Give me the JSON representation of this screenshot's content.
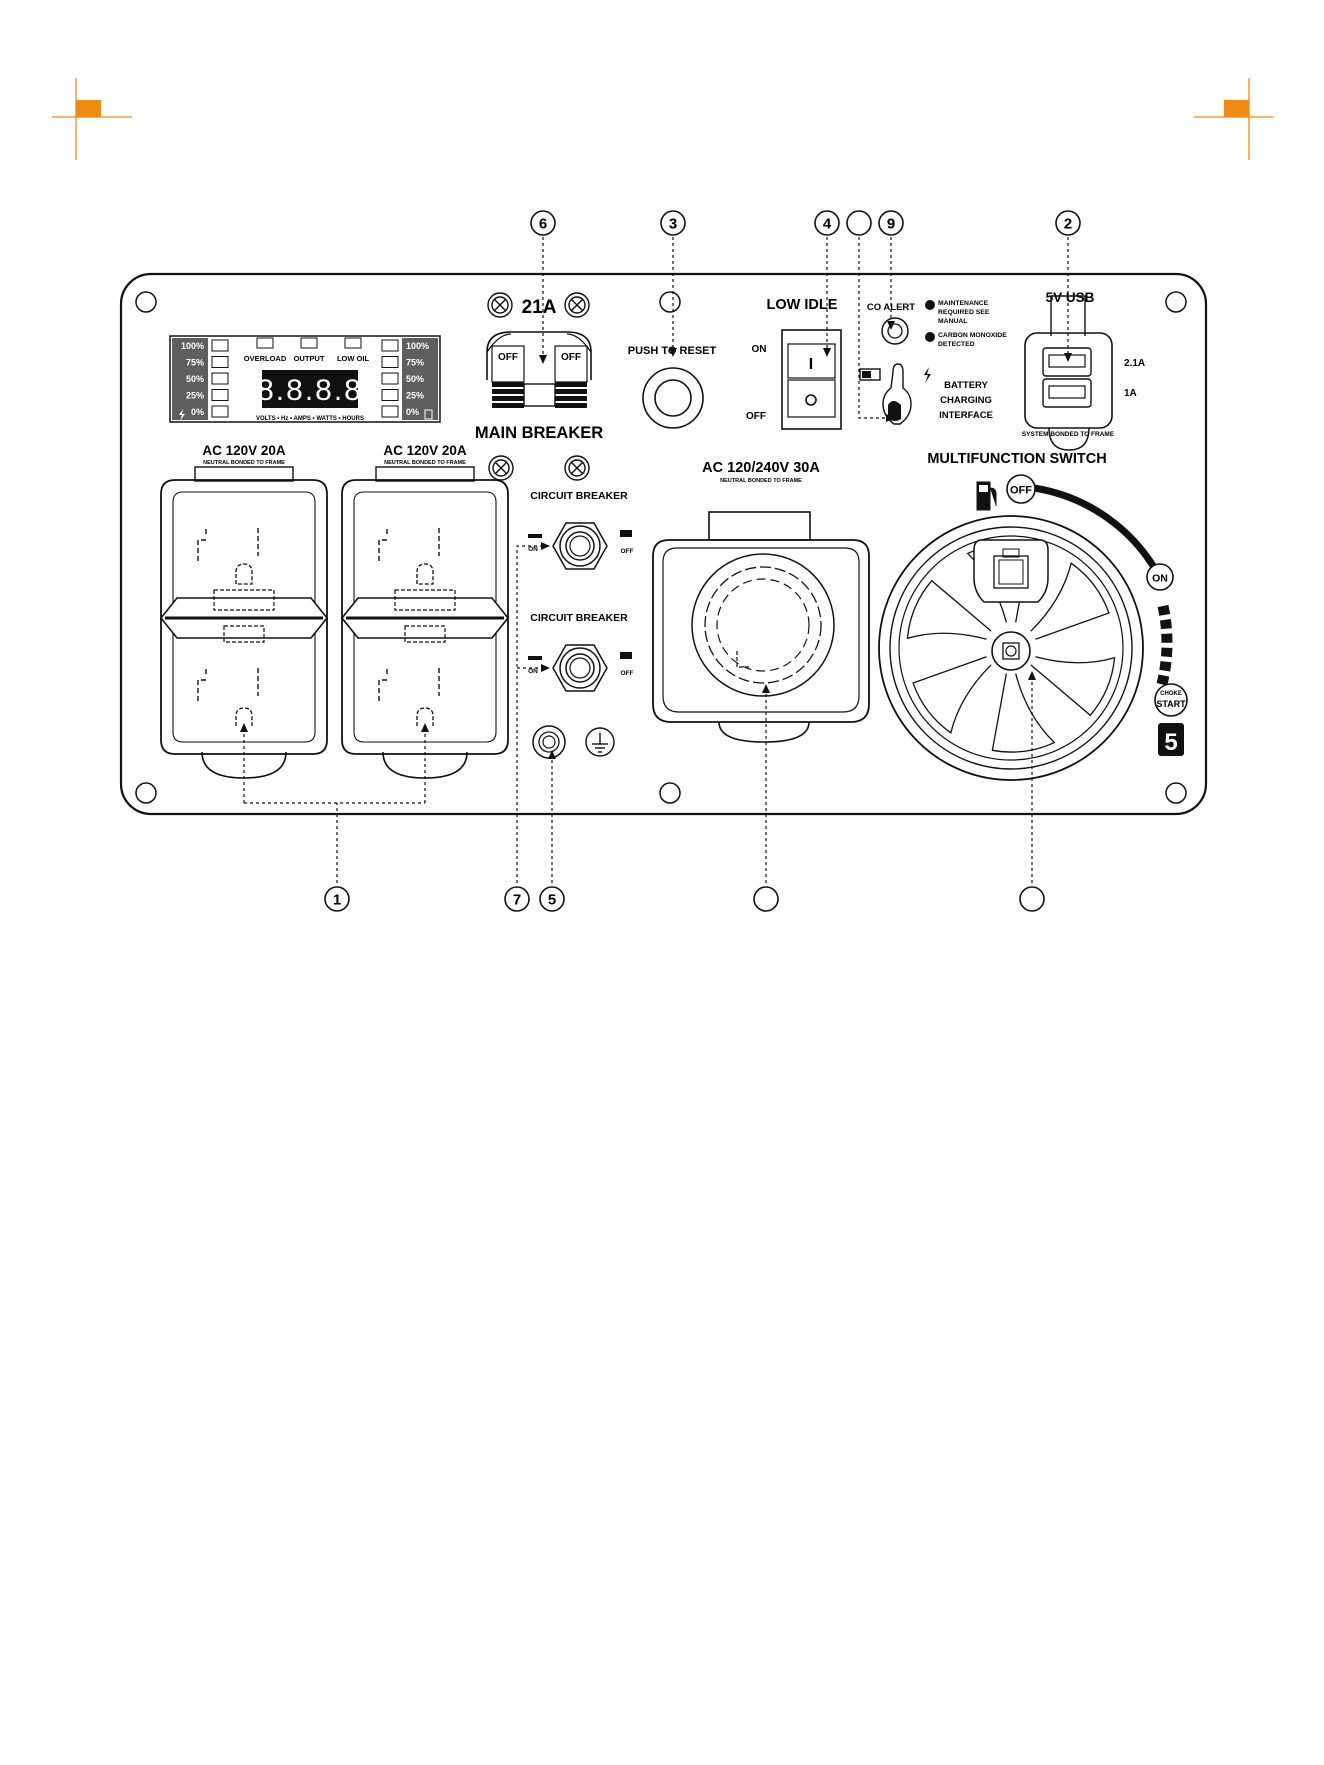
{
  "colors": {
    "accent": "#ef8a12",
    "ink": "#111111",
    "panel_gray": "#5e5e5e"
  },
  "callouts": {
    "c1": "1",
    "c2": "2",
    "c3": "3",
    "c4": "4",
    "c5": "5",
    "c6": "6",
    "c7": "7",
    "c8": "",
    "c9": "9",
    "c10": "",
    "c11": ""
  },
  "display": {
    "left_levels": [
      "100%",
      "75%",
      "50%",
      "25%",
      "0%"
    ],
    "right_levels": [
      "100%",
      "75%",
      "50%",
      "25%",
      "0%"
    ],
    "indicators": [
      "OVERLOAD",
      "OUTPUT",
      "LOW OIL"
    ],
    "digits": "8.8.8.8",
    "modes": "VOLTS • Hz • AMPS • WATTS • HOURS"
  },
  "main_breaker": {
    "rating": "21A",
    "label": "MAIN BREAKER",
    "left_off": "OFF",
    "right_off": "OFF"
  },
  "reset": {
    "label": "PUSH TO RESET"
  },
  "low_idle": {
    "label": "LOW IDLE",
    "on": "ON",
    "off": "OFF",
    "on_symbol": "I"
  },
  "co_alert": {
    "label": "CO ALERT",
    "maintenance": "MAINTENANCE\nREQUIRED SEE\nMANUAL",
    "carbon": "CARBON MONOXIDE\nDETECTED"
  },
  "battery": {
    "label": "BATTERY\nCHARGING\nINTERFACE"
  },
  "usb": {
    "label": "5V USB",
    "a1": "2.1A",
    "a2": "1A",
    "bonded": "SYSTEM BONDED TO FRAME"
  },
  "outlets": {
    "label": "AC 120V 20A",
    "neutral": "NEUTRAL BONDED TO FRAME",
    "big_label": "AC 120/240V 30A"
  },
  "circuit_breaker": {
    "label": "CIRCUIT BREAKER",
    "on": "ON",
    "off": "OFF"
  },
  "multifunction": {
    "label": "MULTIFUNCTION SWITCH",
    "off": "OFF",
    "on": "ON",
    "choke": "CHOKE",
    "start": "START"
  }
}
